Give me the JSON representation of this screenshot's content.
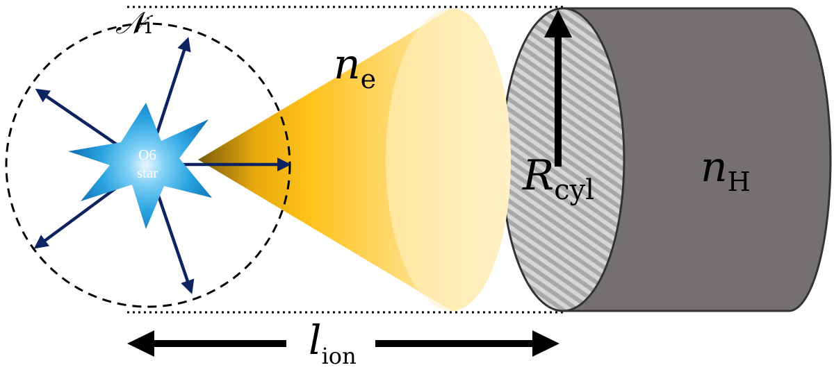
{
  "labels": {
    "photon_rate": {
      "symbol": "𝒩",
      "sub": "i"
    },
    "electron_density": {
      "symbol": "n",
      "sub": "e"
    },
    "star_line1": "O6",
    "star_line2": "star",
    "cyl_radius": {
      "symbol": "R",
      "sub": "cyl"
    },
    "hydrogen_density": {
      "symbol": "n",
      "sub": "H"
    },
    "ion_length": {
      "symbol": "l",
      "sub": "ion"
    }
  },
  "colors": {
    "arrow": "#0e2461",
    "cylinder_body": "#757070",
    "cylinder_outline": "#333333",
    "cone_base": "#ffe9a6",
    "cone_tip": "#9a7a10",
    "cone_mid": "#ffc21a",
    "star_core": "#e6f5ff",
    "star_outer": "#1a8fd6"
  }
}
